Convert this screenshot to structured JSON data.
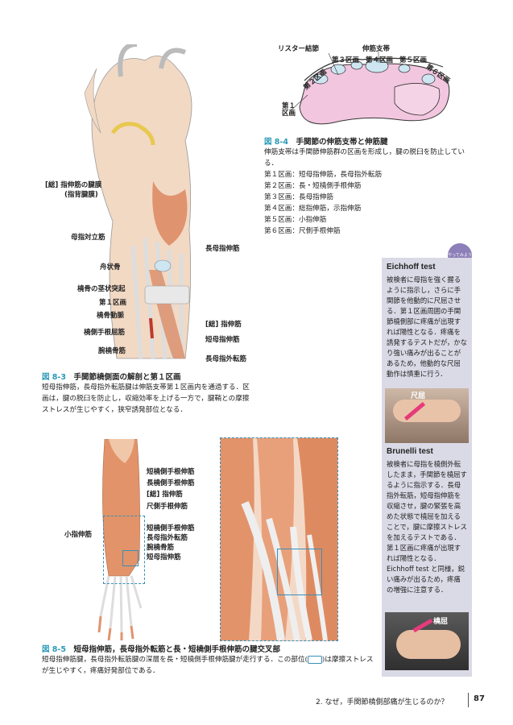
{
  "fig84": {
    "labels": {
      "lister": "リスター結節",
      "retinaculum": "伸筋支帯",
      "c1": "第１区画",
      "c2": "第２区画",
      "c3": "第３区画",
      "c4": "第４区画",
      "c5": "第５区画",
      "c6": "第６区画"
    },
    "fig_no": "図 8-4",
    "title": "手関節の伸筋支帯と伸筋腱",
    "body": "伸筋支帯は手関節伸筋群の区画を形成し，腱の脱臼を防止している．",
    "list": [
      "第１区画：短母指伸筋，長母指外転筋",
      "第２区画：長・短橈側手根伸筋",
      "第３区画：長母指伸筋",
      "第４区画：総指伸筋，示指伸筋",
      "第５区画：小指伸筋",
      "第６区画：尺側手根伸筋"
    ]
  },
  "fig83": {
    "labels": {
      "sheath1": "[総] 指伸筋の腱膜",
      "sheath2": "(指背腱膜)",
      "opponens": "母指対立筋",
      "epl": "長母指伸筋",
      "scaphoid": "舟状骨",
      "styloid": "橈骨の茎状突起",
      "c1": "第１区画",
      "artery": "橈骨動脈",
      "fcr": "橈側手根屈筋",
      "ed": "[総] 指伸筋",
      "epb": "短母指伸筋",
      "br": "腕橈骨筋",
      "apl": "長母指外転筋"
    },
    "fig_no": "図 8-3",
    "title": "手関節橈側面の解剖と第１区画",
    "body": "短母指伸筋，長母指外転筋腱は伸筋支帯第１区画内を通過する．区画は，腱の脱臼を防止し，収縮効率を上げる一方で，腱鞘との摩擦ストレスが生じやすく，狭窄誘発部位となる．"
  },
  "fig85": {
    "labels": {
      "ecrb": "短橈側手根伸筋",
      "ecrl": "長橈側手根伸筋",
      "ed": "[総] 指伸筋",
      "ecu": "尺側手根伸筋",
      "edm": "小指伸筋",
      "ecrb2": "短橈側手根伸筋",
      "apl": "長母指外転筋",
      "br": "腕橈骨筋",
      "epb": "短母指伸筋"
    },
    "fig_no": "図 8-5",
    "title": "短母指伸筋，長母指外転筋と長・短橈側手根伸筋の腱交叉部",
    "body_a": "短母指伸筋腱，長母指外転筋腱の深層を長・短橈側手根伸筋腱が走行する．この部位(",
    "body_b": ")は摩擦ストレスが生じやすく，疼痛好発部位である．"
  },
  "sidebar": {
    "badge": "やってみよう",
    "test1_title": "Eichhoff test",
    "test1_body": "被検者に母指を強く握るように指示し，さらに手関節を他動的に尺屈させる．第１区画周囲の手関節橈側部に疼痛が出現すれば陽性となる．疼痛を誘発するテストだが，かなり強い痛みが出ることがあるため，他動的な尺屈動作は慎重に行う．",
    "photo1_label": "尺屈",
    "test2_title": "Brunelli test",
    "test2_body": "被検者に母指を橈側外転したまま，手関節を橈屈するように指示する．長母指外転筋，短母指伸筋を収縮させ，腱の緊張を高めた状態で橈屈を加えることで，腱に摩擦ストレスを加えるテストである．第１区画に疼痛が出現すれば陽性となる．Eichhoff test と同様，鋭い痛みが出るため，疼痛の増強に注意する．",
    "photo2_label": "橈屈"
  },
  "footer": {
    "chapter": "2. なぜ，手関節橈側部痛が生じるのか？",
    "page": "87"
  }
}
